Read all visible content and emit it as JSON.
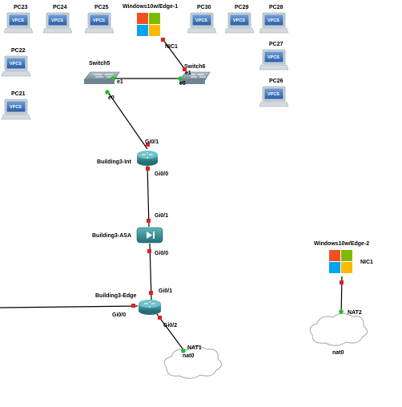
{
  "pcs": [
    {
      "id": "pc23",
      "label": "PC23",
      "screen_text": "VPCS"
    },
    {
      "id": "pc24",
      "label": "PC24",
      "screen_text": "VPCS"
    },
    {
      "id": "pc25",
      "label": "PC25",
      "screen_text": "VPCS"
    },
    {
      "id": "pc30",
      "label": "PC30",
      "screen_text": "VPCS"
    },
    {
      "id": "pc29",
      "label": "PC29",
      "screen_text": "VPCS"
    },
    {
      "id": "pc28",
      "label": "PC28",
      "screen_text": "VPCS"
    },
    {
      "id": "pc22",
      "label": "PC22",
      "screen_text": "VPCS"
    },
    {
      "id": "pc27",
      "label": "PC27",
      "screen_text": "VPCS"
    },
    {
      "id": "pc21",
      "label": "PC21",
      "screen_text": "VPCS"
    },
    {
      "id": "pc26",
      "label": "PC26",
      "screen_text": "VPCS"
    }
  ],
  "nodes": {
    "win_edge1": {
      "label": "Windows10w/Edge-1",
      "icon": "windows-logo-icon"
    },
    "switch5": {
      "label": "Switch5",
      "icon": "switch-icon"
    },
    "switch6": {
      "label": "Switch6",
      "icon": "switch-icon"
    },
    "building3_int": {
      "label": "Building3-Int",
      "icon": "router-icon"
    },
    "building3_asa": {
      "label": "Building3-ASA",
      "icon": "firewall-icon"
    },
    "building3_edge": {
      "label": "Building3-Edge",
      "icon": "router-icon"
    },
    "nat0_a": {
      "label": "nat0",
      "icon": "cloud-icon"
    },
    "win_edge2": {
      "label": "Windows10w/Edge-2",
      "icon": "windows-logo-icon"
    },
    "nat0_b": {
      "label": "nat0",
      "icon": "cloud-icon"
    }
  },
  "ports": {
    "win1_nic1": "NIC1",
    "sw6_e1": "e1",
    "sw5_e1": "e1",
    "sw6_e0": "e0",
    "sw5_e0": "e0",
    "int_g01": "Gi0/1",
    "int_g00": "Gi0/0",
    "asa_g01": "Gi0/1",
    "asa_g00": "Gi0/0",
    "edge_g01": "Gi0/1",
    "edge_g00": "Gi0/0",
    "edge_g02": "Gi0/2",
    "nat_a_nat1": "NAT1",
    "win2_nic1": "NIC1",
    "nat_b_nat2": "NAT2"
  },
  "colors": {
    "link": "#000000",
    "port_down": "#e02020",
    "port_up": "#22c022",
    "vpcs_screen": "#3a6fb5",
    "device_teal": "#2f8f96",
    "win_red": "#f25022",
    "win_green": "#7fba00",
    "win_blue": "#00a4ef",
    "win_yellow": "#ffb900"
  }
}
